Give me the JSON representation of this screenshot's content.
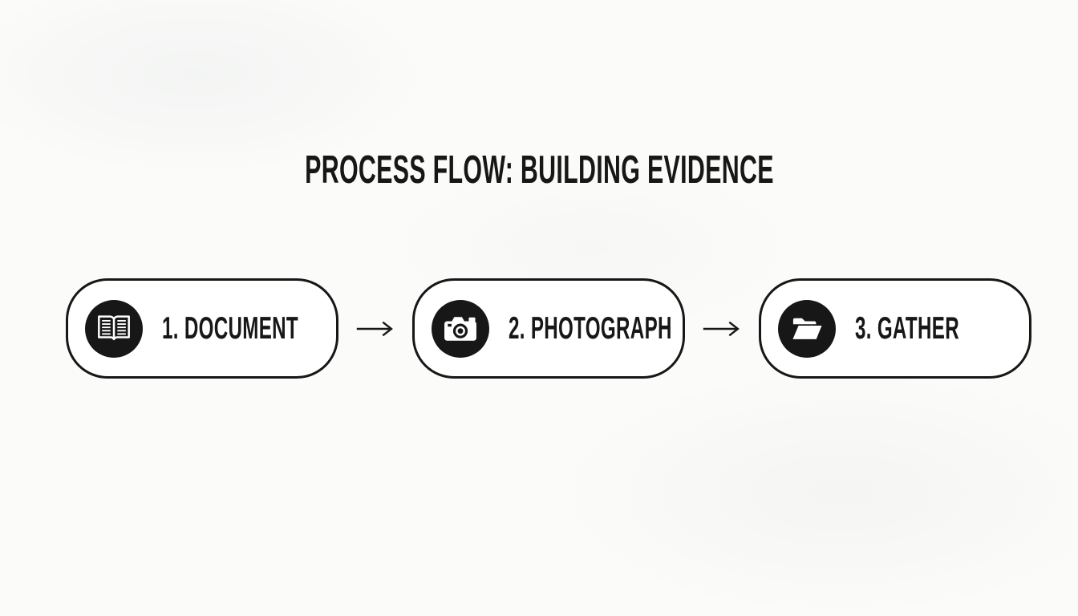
{
  "title": "PROCESS FLOW: BUILDING EVIDENCE",
  "steps": [
    {
      "label": "1. DOCUMENT",
      "icon": "open-book-icon"
    },
    {
      "label": "2. PHOTOGRAPH",
      "icon": "camera-icon"
    },
    {
      "label": "3. GATHER",
      "icon": "folder-open-icon"
    }
  ],
  "connector_icon": "arrow-right-icon",
  "colors": {
    "background": "#fbfbf9",
    "box_fill": "#ffffff",
    "box_border": "#171717",
    "icon_circle": "#171717",
    "icon_glyph": "#ffffff",
    "text": "#171717"
  }
}
